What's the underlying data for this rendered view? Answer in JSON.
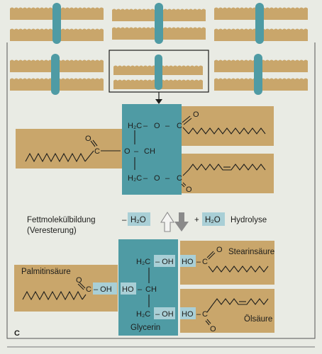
{
  "colors": {
    "page": "#e9ebe4",
    "fat_tan": "#c9a66b",
    "fat_tan_dark": "#a98448",
    "glycerol_teal": "#4f9ba4",
    "water_box": "#a9cfd6",
    "chain_line": "#1d1d1b",
    "arrow_fill": "#8a8a8a",
    "frame": "#555555"
  },
  "panel_letter": "C",
  "ester": {
    "top_row": [
      "H₂C",
      "–",
      "O",
      "–",
      "C"
    ],
    "top_o": "O",
    "mid_row": [
      "O",
      "–",
      "CH"
    ],
    "left_o": "O",
    "left_c": "C",
    "bot_row": [
      "H₂C",
      "–",
      "O",
      "–",
      "C"
    ],
    "bot_o": "O"
  },
  "reaction": {
    "formation_label": "Fettmolekülbildung",
    "formation_sub": "(Veresterung)",
    "minus_sign": "–",
    "plus_sign": "+",
    "water": "H₂O",
    "hydrolysis_label": "Hydrolyse"
  },
  "hydrolysed": {
    "stearic_label": "Stearinsäure",
    "palmitic_label": "Palmitinsäure",
    "oleic_label": "Ölsäure",
    "glycerol_label": "Glycerin",
    "top_left": "H₂C",
    "top_oh": "– OH",
    "top_ho": "HO",
    "top_c": "C",
    "top_o": "O",
    "mid_ch": "CH",
    "mid_ho": "HO",
    "left_oh": "C – OH",
    "left_o": "O",
    "bot_left": "H₂C",
    "bot_oh": "– OH",
    "bot_ho": "HO",
    "bot_c": "C",
    "bot_o": "O"
  }
}
